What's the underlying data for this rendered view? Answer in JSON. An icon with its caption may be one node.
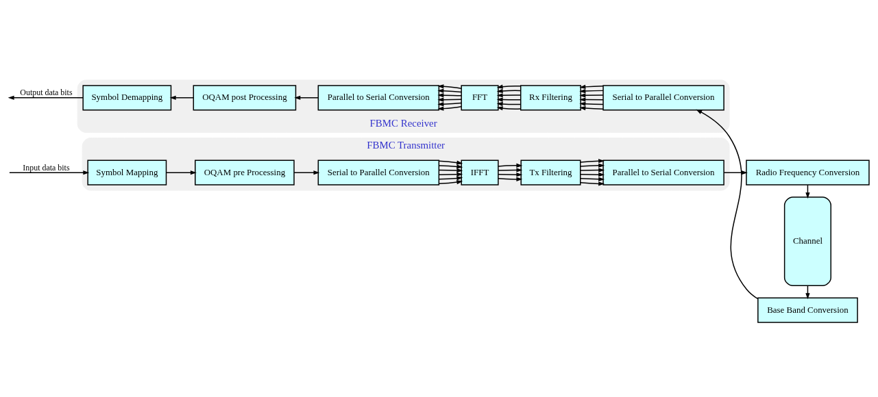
{
  "diagram": {
    "nodes": [
      {
        "text": [
          "FBMC Transmitter"
        ]
      },
      {
        "text": [
          "Symbol Mapping"
        ],
        "in": 0
      },
      {
        "text": [
          "OQAM pre Processing"
        ],
        "in": 0
      },
      {
        "text": [
          "Serial to Parallel Conversion"
        ],
        "in": 0
      },
      {
        "text": [
          "IFFT"
        ],
        "in": 0
      },
      {
        "text": [
          "Tx Filtering"
        ],
        "in": 0
      },
      {
        "text": [
          "Parallel to Serial Conversion"
        ],
        "in": 0
      },
      {
        "text": [
          "Radio Frequency Conversion"
        ]
      },
      {
        "text": [
          "Channel"
        ]
      },
      {
        "text": [
          "Base Band Conversion"
        ]
      },
      {
        "text": [
          "FBMC Receiver"
        ]
      },
      {
        "text": [
          "Serial to Parallel Conversion"
        ],
        "in": 10
      },
      {
        "text": [
          "Rx Filtering"
        ],
        "in": 10
      },
      {
        "text": [
          "FFT"
        ],
        "in": 10
      },
      {
        "text": [
          "Parallel to Serial Conversion"
        ],
        "in": 10
      },
      {
        "text": [
          "OQAM post Processing"
        ],
        "in": 10
      },
      {
        "text": [
          "Symbol Demapping"
        ],
        "in": 10
      }
    ],
    "edges": [
      {
        "from": null,
        "to": 1,
        "arrow": "to",
        "label": "Input data bits"
      },
      {
        "from": 1,
        "to": 2,
        "arrow": "to"
      },
      {
        "from": 2,
        "to": 3,
        "arrow": "to"
      },
      {
        "from": 3,
        "to": 4,
        "arrow": "to"
      },
      {
        "from": 3,
        "to": 4,
        "arrow": "to"
      },
      {
        "from": 3,
        "to": 4,
        "arrow": "to"
      },
      {
        "from": 3,
        "to": 4,
        "arrow": "to"
      },
      {
        "from": 3,
        "to": 4,
        "arrow": "to"
      },
      {
        "from": 3,
        "to": 4,
        "arrow": "to"
      },
      {
        "from": 4,
        "to": 5,
        "arrow": "to"
      },
      {
        "from": 4,
        "to": 5,
        "arrow": "to"
      },
      {
        "from": 4,
        "to": 5,
        "arrow": "to"
      },
      {
        "from": 4,
        "to": 5,
        "arrow": "to"
      },
      {
        "from": 5,
        "to": 6,
        "arrow": "to"
      },
      {
        "from": 5,
        "to": 6,
        "arrow": "to"
      },
      {
        "from": 5,
        "to": 6,
        "arrow": "to"
      },
      {
        "from": 5,
        "to": 6,
        "arrow": "to"
      },
      {
        "from": 5,
        "to": 6,
        "arrow": "to"
      },
      {
        "from": 5,
        "to": 6,
        "arrow": "to"
      },
      {
        "from": 6,
        "to": 7,
        "arrow": "to"
      },
      {
        "from": 7,
        "to": 8,
        "arrow": "to"
      },
      {
        "from": 8,
        "to": 9,
        "arrow": "to"
      },
      {
        "from": 9,
        "to": 11,
        "arrow": "to"
      },
      {
        "from": 11,
        "to": 12,
        "arrow": "to"
      },
      {
        "from": 11,
        "to": 12,
        "arrow": "to"
      },
      {
        "from": 11,
        "to": 12,
        "arrow": "to"
      },
      {
        "from": 11,
        "to": 12,
        "arrow": "to"
      },
      {
        "from": 11,
        "to": 12,
        "arrow": "to"
      },
      {
        "from": 11,
        "to": 12,
        "arrow": "to"
      },
      {
        "from": 12,
        "to": 13,
        "arrow": "to"
      },
      {
        "from": 12,
        "to": 13,
        "arrow": "to"
      },
      {
        "from": 12,
        "to": 13,
        "arrow": "to"
      },
      {
        "from": 12,
        "to": 13,
        "arrow": "to"
      },
      {
        "from": 12,
        "to": 13,
        "arrow": "to"
      },
      {
        "from": 12,
        "to": 13,
        "arrow": "to"
      },
      {
        "from": 13,
        "to": 14,
        "arrow": "to"
      },
      {
        "from": 13,
        "to": 14,
        "arrow": "to"
      },
      {
        "from": 13,
        "to": 14,
        "arrow": "to"
      },
      {
        "from": 13,
        "to": 14,
        "arrow": "to"
      },
      {
        "from": 13,
        "to": 14,
        "arrow": "to"
      },
      {
        "from": 13,
        "to": 14,
        "arrow": "to"
      },
      {
        "from": 14,
        "to": 15,
        "arrow": "to"
      },
      {
        "from": 15,
        "to": 16,
        "arrow": "to"
      },
      {
        "from": 16,
        "to": null,
        "arrow": "to",
        "label": "Output data bits"
      }
    ]
  }
}
